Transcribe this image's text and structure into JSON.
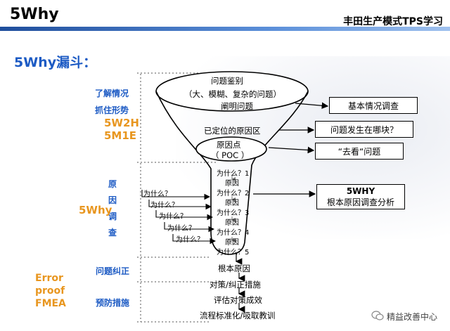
{
  "header": {
    "title": "5Why",
    "right_title": "丰田生产模式TPS学习"
  },
  "subtitle": "5Why漏斗：",
  "left_labels": {
    "understand": "了解情况",
    "grasp": "抓住形势",
    "w2h": "5W2H",
    "m1e": "5M1E",
    "cause_chars": [
      "原",
      "因",
      "调",
      "查"
    ],
    "fivewhy": "5Why",
    "correction": "问题纠正",
    "prevention": "预防措施",
    "error_proof": [
      "Error",
      "proof",
      "FMEA"
    ]
  },
  "funnel": {
    "top1": "问题鉴别",
    "top2": "（大、模糊、复杂的问题）",
    "clarify": "阐明问题",
    "located": "已定位的原因区",
    "poc1": "原因点",
    "poc2": "（ POC ）",
    "whys": [
      {
        "q": "为什么？1",
        "a": "原因"
      },
      {
        "q": "为什么？2",
        "a": "原因"
      },
      {
        "q": "为什么？3",
        "a": "原因"
      },
      {
        "q": "为什么？4",
        "a": "原因"
      },
      {
        "q": "为什么？5",
        "a": ""
      }
    ],
    "stair_labels": [
      "为什么？",
      "为什么？",
      "为什么？",
      "为什么？",
      "为什么？"
    ],
    "bottom_steps": [
      "根本原因",
      "对策/纠正措施",
      "评估对策成效",
      "流程标准化/吸取教训"
    ]
  },
  "right_boxes": {
    "basic": "基本情况调查",
    "where": "问题发生在哪块？",
    "goto": "“去看“问题",
    "fivewhy_title": "5WHY",
    "fivewhy_sub": "根本原因调查分析"
  },
  "watermark": "精益改善中心"
}
